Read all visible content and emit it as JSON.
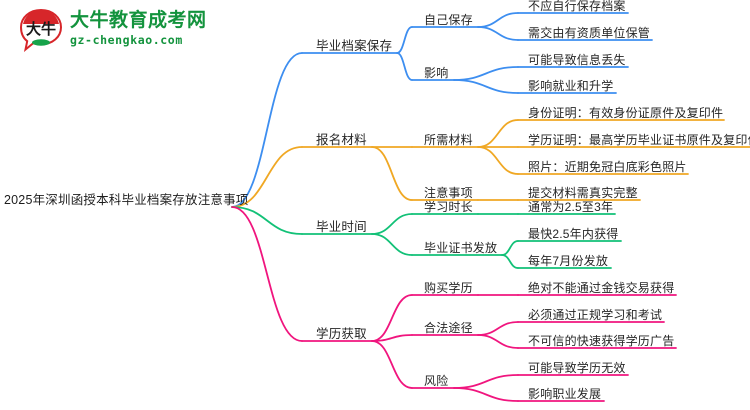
{
  "logo": {
    "mark_text": "大牛",
    "title": "大牛教育成考网",
    "subtitle": "gz-chengkao.com",
    "brand_green": "#13933d",
    "brand_red": "#d7262a"
  },
  "mindmap": {
    "root": "2025年深圳函授本科毕业档案存放注意事项",
    "colors": {
      "blue": "#3d8ef0",
      "orange": "#f0a824",
      "green": "#12c177",
      "pink": "#f0157e"
    },
    "branches": [
      {
        "label": "毕业档案保存",
        "color": "blue",
        "children": [
          {
            "label": "自己保存",
            "leaves": [
              "不应自行保存档案",
              "需交由有资质单位保管"
            ]
          },
          {
            "label": "影响",
            "leaves": [
              "可能导致信息丢失",
              "影响就业和升学"
            ]
          }
        ]
      },
      {
        "label": "报名材料",
        "color": "orange",
        "children": [
          {
            "label": "所需材料",
            "leaves": [
              "身份证明：有效身份证原件及复印件",
              "学历证明：最高学历毕业证书原件及复印件",
              "照片：近期免冠白底彩色照片"
            ]
          },
          {
            "label": "注意事项",
            "leaves": [
              "提交材料需真实完整"
            ]
          }
        ]
      },
      {
        "label": "毕业时间",
        "color": "green",
        "children": [
          {
            "label": "学习时长",
            "leaves": [
              "通常为2.5至3年"
            ]
          },
          {
            "label": "毕业证书发放",
            "leaves": [
              "最快2.5年内获得",
              "每年7月份发放"
            ]
          }
        ]
      },
      {
        "label": "学历获取",
        "color": "pink",
        "children": [
          {
            "label": "购买学历",
            "leaves": [
              "绝对不能通过金钱交易获得"
            ]
          },
          {
            "label": "合法途径",
            "leaves": [
              "必须通过正规学习和考试",
              "不可信的快速获得学历广告"
            ]
          },
          {
            "label": "风险",
            "leaves": [
              "可能导致学历无效",
              "影响职业发展"
            ]
          }
        ]
      }
    ]
  }
}
